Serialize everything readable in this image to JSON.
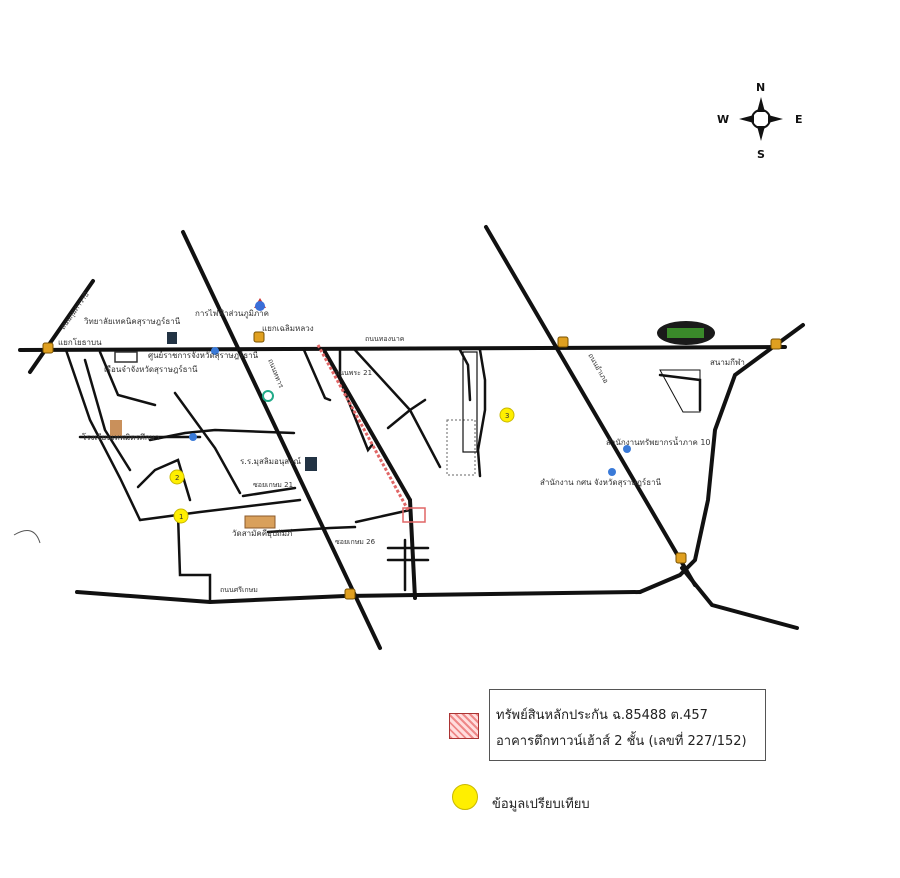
{
  "compass": {
    "n": "N",
    "s": "S",
    "e": "E",
    "w": "W"
  },
  "roads": {
    "road_west_vertical": "ถนนกุมภาวาปี",
    "road_top_center": "ถนนทองนาค",
    "road_bottom": "ถนนศรีเกษม",
    "road_soi21": "ซอยเกษม 21",
    "road_soi26": "ซอยเกษม 26",
    "road_soi_21b": "ถนนพระ 21",
    "road_center_diag": "ถนนทหาร",
    "road_east_diag": "ถนนอำเภอ"
  },
  "places": {
    "junction_west": "แยกโยธาบน",
    "junction_center": "แยกเฉลิมหลวง",
    "school_vocational": "วิทยาลัยเทคนิคสุราษฎร์ธานี",
    "electricity_office": "การไฟฟ้าส่วนภูมิภาค",
    "provincial_center": "ศูนย์ราชการจังหวัดสุราษฎร์ธานี",
    "prison": "เรือนจำจังหวัดสุราษฎร์ธานี",
    "school_a": "โรงเรียนเทพมิตรศึกษา",
    "temple": "วัดสามัคคีอุปถัมภ์",
    "school_b": "ร.ร.มุสลิมอนุสรณ์",
    "resources_office": "สำนักงานทรัพยากรน้ำภาค 10",
    "land_office": "สำนักงาน กศน จังหวัดสุราษฎร์ธานี",
    "stadium": "สนามกีฬา"
  },
  "markers": [
    {
      "id": "marker-1",
      "label": "1"
    },
    {
      "id": "marker-2",
      "label": "2"
    },
    {
      "id": "marker-3",
      "label": "3"
    }
  ],
  "legend": {
    "collateral_line1": "ทรัพย์สินหลักประกัน  ฉ.85488 ต.457",
    "collateral_line2": "อาคารตึกทาวน์เฮ้าส์ 2 ชั้น (เลขที่ 227/152)",
    "comparison": "ข้อมูลเปรียบเทียบ"
  },
  "colors": {
    "road": "#111111",
    "marker_fill": "#ffef00",
    "collateral": "#e06666"
  }
}
